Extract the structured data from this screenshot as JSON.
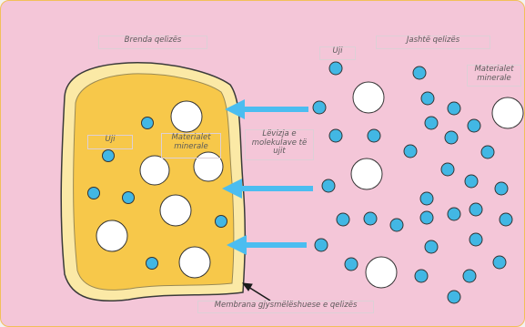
{
  "labels": {
    "inside_cell": "Brenda qelizës",
    "outside_cell": "Jashtë qelizës",
    "water_outside": "Uji",
    "minerals_outside": "Materialet minerale",
    "water_inside": "Uji",
    "minerals_inside": "Materialet minerale",
    "water_movement": "Lëvizja e molekulave të ujit",
    "membrane": "Membrana gjysmëlëshuese e qelizës"
  },
  "colors": {
    "background": "#f4c6d8",
    "card_border": "#f2bf5a",
    "cytoplasm": "#f7c84a",
    "membrane_outer": "#fbe9a6",
    "water_molecule": "#42b7e4",
    "mineral": "#ffffff",
    "arrow": "#4bbdf0"
  },
  "icons": {
    "water_molecule": "blue-circle",
    "mineral": "white-circle",
    "arrow": "left-arrow"
  }
}
